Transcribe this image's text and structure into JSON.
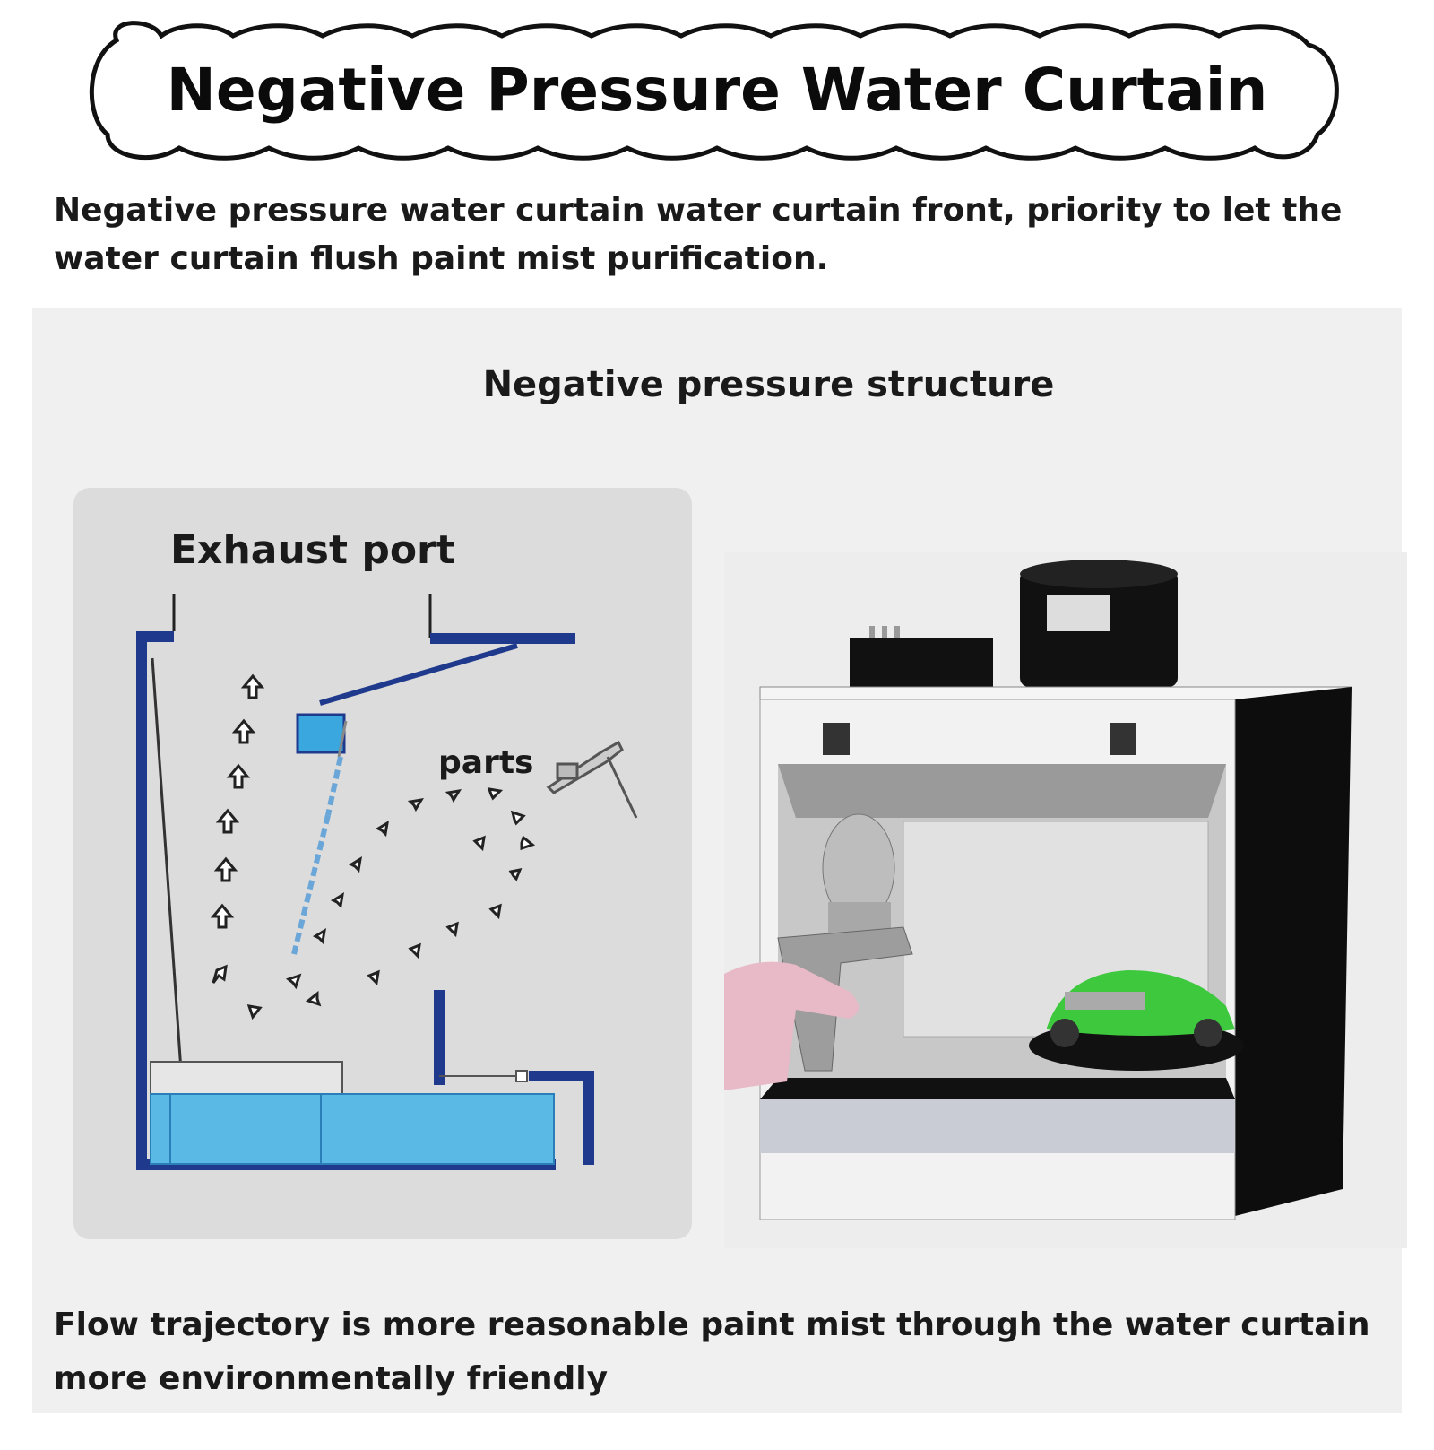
{
  "header": {
    "title": "Negative Pressure Water Curtain"
  },
  "intro": {
    "text": "Negative pressure water curtain water curtain front, priority to let the water curtain flush paint mist purification."
  },
  "section": {
    "subtitle": "Negative pressure structure"
  },
  "diagram": {
    "exhaust_label": "Exhaust port",
    "parts_label": "parts",
    "colors": {
      "wall": "#1f3a8c",
      "water": "#5bb9e6",
      "arrow": "#222222"
    }
  },
  "footer": {
    "text": "Flow trajectory is more reasonable paint mist through the water curtain more environmentally friendly"
  }
}
